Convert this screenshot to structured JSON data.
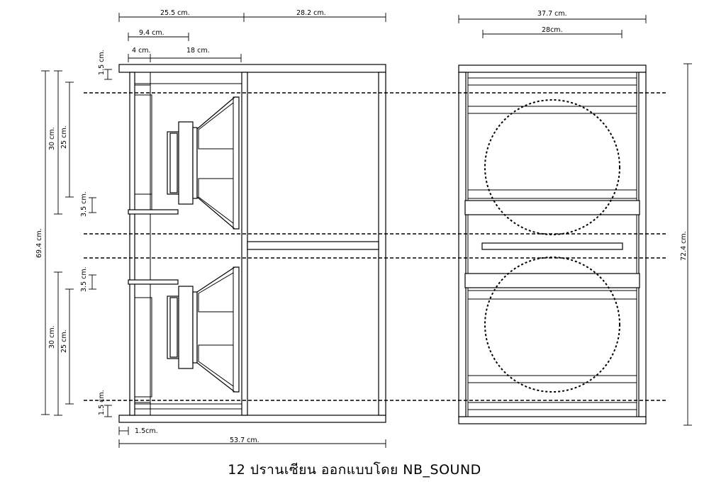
{
  "caption": "12 ปรานเซียน  ออกแบบโดย NB_SOUND",
  "dimensions": {
    "top_25_5": "25.5 cm.",
    "top_28_2": "28.2 cm.",
    "top_9_4": "9.4 cm.",
    "top_4": "4 cm.",
    "top_18": "18 cm.",
    "left_1_5_top": "1.5 cm.",
    "left_30_top": "30 cm.",
    "left_25_top": "25 cm.",
    "left_3_5_top": "3.5 cm.",
    "left_69_4": "69.4 cm.",
    "left_3_5_bottom": "3.5 cm.",
    "left_30_bottom": "30 cm.",
    "left_25_bottom": "25 cm.",
    "left_1_5_bottom": "1.5 cm.",
    "bottom_1_5": "1.5cm.",
    "bottom_53_7": "53.7 cm.",
    "front_37_7": "37.7 cm.",
    "front_28": "28cm.",
    "right_72_4": "72.4 cm."
  }
}
